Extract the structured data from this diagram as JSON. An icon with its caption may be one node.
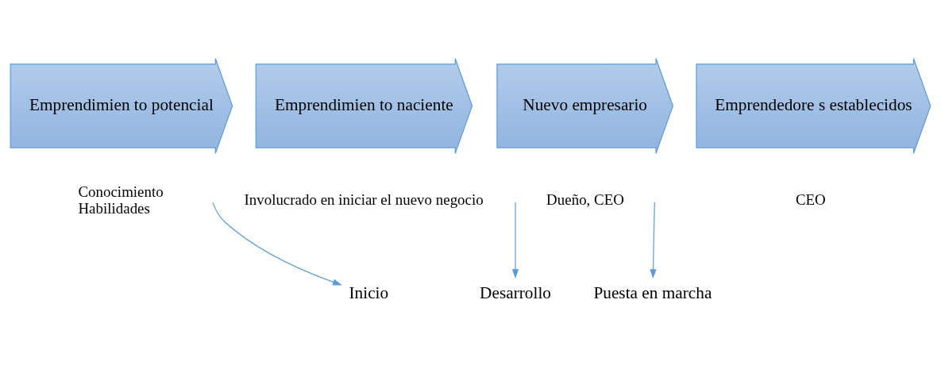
{
  "diagram": {
    "nodes": [
      {
        "text": [
          "Emprendimien to potencial"
        ],
        "beside": [
          "Conocimiento",
          "Habilidades"
        ]
      },
      {
        "text": [
          "Emprendimien to naciente"
        ],
        "beside": [
          "Involucrado en iniciar el nuevo negocio"
        ]
      },
      {
        "text": [
          "Nuevo empresario"
        ],
        "beside": [
          "Dueño, CEO"
        ]
      },
      {
        "text": [
          "Emprendedore s establecidos"
        ],
        "beside": [
          "CEO"
        ]
      },
      {
        "text": [
          "Inicio"
        ]
      },
      {
        "text": [
          "Desarrollo"
        ]
      },
      {
        "text": [
          "Puesta en marcha"
        ]
      }
    ],
    "edges": [
      {
        "from": null,
        "to": 4,
        "arrow": "to"
      },
      {
        "from": null,
        "to": 5,
        "arrow": "to"
      },
      {
        "from": null,
        "to": 6,
        "arrow": "to"
      }
    ]
  }
}
